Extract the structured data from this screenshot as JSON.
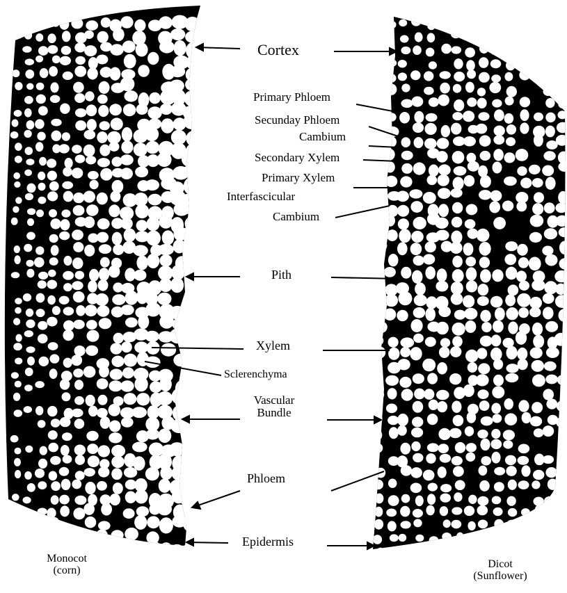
{
  "labels": {
    "cortex": "Cortex",
    "primary_phloem": "Primary Phloem",
    "secunday_phloem": "Secunday Phloem",
    "cambium": "Cambium",
    "secondary_xylem": "Secondary Xylem",
    "primary_xylem": "Primary Xylem",
    "interfascicular_line1": "Interfascicular",
    "interfascicular_line2": "Cambium",
    "pith": "Pith",
    "xylem": "Xylem",
    "sclerenchyma": "Sclerenchyma",
    "vascular_bundle_line1": "Vascular",
    "vascular_bundle_line2": "Bundle",
    "phloem": "Phloem",
    "epidermis": "Epidermis"
  },
  "captions": {
    "monocot_line1": "Monocot",
    "monocot_line2": "(corn)",
    "dicot_line1": "Dicot",
    "dicot_line2": "(Sunflower)"
  },
  "colors": {
    "ink": "#000000",
    "paper": "#ffffff"
  }
}
